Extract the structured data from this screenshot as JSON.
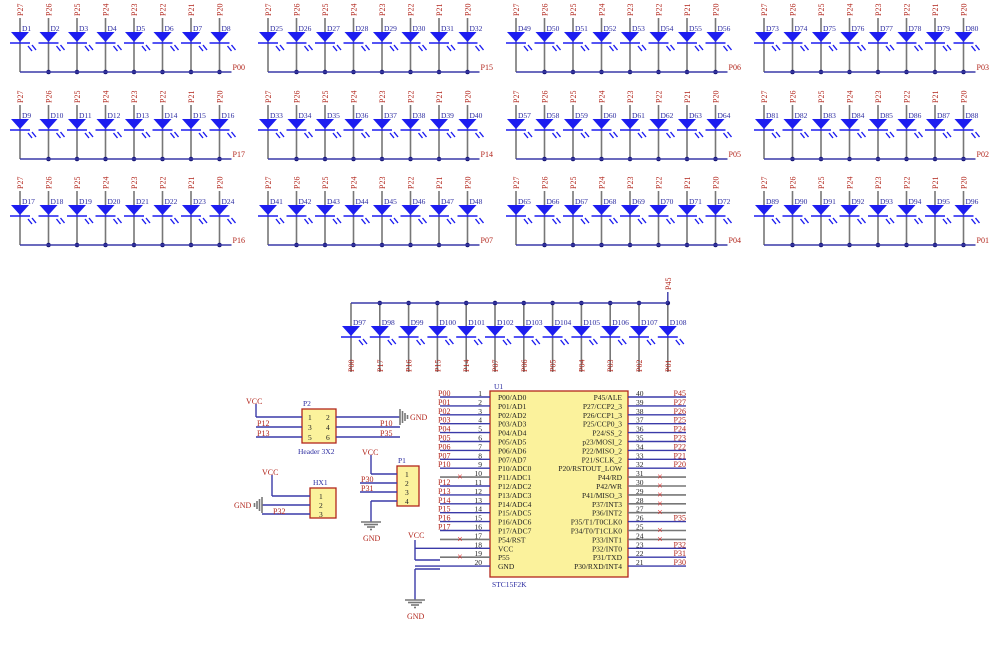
{
  "led_groups": [
    {
      "common": "P00",
      "diodes": [
        "D1",
        "D2",
        "D3",
        "D4",
        "D5",
        "D6",
        "D7",
        "D8"
      ]
    },
    {
      "common": "P15",
      "diodes": [
        "D25",
        "D26",
        "D27",
        "D28",
        "D29",
        "D30",
        "D31",
        "D32"
      ]
    },
    {
      "common": "P06",
      "diodes": [
        "D49",
        "D50",
        "D51",
        "D52",
        "D53",
        "D54",
        "D55",
        "D56"
      ]
    },
    {
      "common": "P03",
      "diodes": [
        "D73",
        "D74",
        "D75",
        "D76",
        "D77",
        "D78",
        "D79",
        "D80"
      ]
    },
    {
      "common": "P17",
      "diodes": [
        "D9",
        "D10",
        "D11",
        "D12",
        "D13",
        "D14",
        "D15",
        "D16"
      ]
    },
    {
      "common": "P14",
      "diodes": [
        "D33",
        "D34",
        "D35",
        "D36",
        "D37",
        "D38",
        "D39",
        "D40"
      ]
    },
    {
      "common": "P05",
      "diodes": [
        "D57",
        "D58",
        "D59",
        "D60",
        "D61",
        "D62",
        "D63",
        "D64"
      ]
    },
    {
      "common": "P02",
      "diodes": [
        "D81",
        "D82",
        "D83",
        "D84",
        "D85",
        "D86",
        "D87",
        "D88"
      ]
    },
    {
      "common": "P16",
      "diodes": [
        "D17",
        "D18",
        "D19",
        "D20",
        "D21",
        "D22",
        "D23",
        "D24"
      ]
    },
    {
      "common": "P07",
      "diodes": [
        "D41",
        "D42",
        "D43",
        "D44",
        "D45",
        "D46",
        "D47",
        "D48"
      ]
    },
    {
      "common": "P04",
      "diodes": [
        "D65",
        "D66",
        "D67",
        "D68",
        "D69",
        "D70",
        "D71",
        "D72"
      ]
    },
    {
      "common": "P01",
      "diodes": [
        "D89",
        "D90",
        "D91",
        "D92",
        "D93",
        "D94",
        "D95",
        "D96"
      ]
    }
  ],
  "anode_nets": [
    "P27",
    "P26",
    "P25",
    "P24",
    "P23",
    "P22",
    "P21",
    "P20"
  ],
  "bottom_row": {
    "common": "P45",
    "diodes": [
      "D97",
      "D98",
      "D99",
      "D100",
      "D101",
      "D102",
      "D103",
      "D104",
      "D105",
      "D106",
      "D107",
      "D108"
    ],
    "nets": [
      "P00",
      "P17",
      "P16",
      "P15",
      "P14",
      "P07",
      "P06",
      "P05",
      "P04",
      "P03",
      "P02",
      "P01"
    ]
  },
  "mcu": {
    "designator": "U1",
    "part": "STC15F2K",
    "left_pins": [
      {
        "num": "1",
        "name": "P00/AD0",
        "net": "P00"
      },
      {
        "num": "2",
        "name": "P01/AD1",
        "net": "P01"
      },
      {
        "num": "3",
        "name": "P02/AD2",
        "net": "P02"
      },
      {
        "num": "4",
        "name": "P03/AD3",
        "net": "P03"
      },
      {
        "num": "5",
        "name": "P04/AD4",
        "net": "P04"
      },
      {
        "num": "6",
        "name": "P05/AD5",
        "net": "P05"
      },
      {
        "num": "7",
        "name": "P06/AD6",
        "net": "P06"
      },
      {
        "num": "8",
        "name": "P07/AD7",
        "net": "P07"
      },
      {
        "num": "9",
        "name": "P10/ADC0",
        "net": "P10"
      },
      {
        "num": "10",
        "name": "P11/ADC1",
        "net": "NC"
      },
      {
        "num": "11",
        "name": "P12/ADC2",
        "net": "P12"
      },
      {
        "num": "12",
        "name": "P13/ADC3",
        "net": "P13"
      },
      {
        "num": "13",
        "name": "P14/ADC4",
        "net": "P14"
      },
      {
        "num": "14",
        "name": "P15/ADC5",
        "net": "P15"
      },
      {
        "num": "15",
        "name": "P16/ADC6",
        "net": "P16"
      },
      {
        "num": "16",
        "name": "P17/ADC7",
        "net": "P17"
      },
      {
        "num": "17",
        "name": "P54/RST",
        "net": "NC"
      },
      {
        "num": "18",
        "name": "VCC",
        "net": "VCC"
      },
      {
        "num": "19",
        "name": "P55",
        "net": "NC"
      },
      {
        "num": "20",
        "name": "GND",
        "net": "GND"
      }
    ],
    "right_pins": [
      {
        "num": "40",
        "name": "P45/ALE",
        "net": "P45"
      },
      {
        "num": "39",
        "name": "P27/CCP2_3",
        "net": "P27"
      },
      {
        "num": "38",
        "name": "P26/CCP1_3",
        "net": "P26"
      },
      {
        "num": "37",
        "name": "P25/CCP0_3",
        "net": "P25"
      },
      {
        "num": "36",
        "name": "P24/SS_2",
        "net": "P24"
      },
      {
        "num": "35",
        "name": "p23/MOSI_2",
        "net": "P23"
      },
      {
        "num": "34",
        "name": "P22/MISO_2",
        "net": "P22"
      },
      {
        "num": "33",
        "name": "P21/SCLK_2",
        "net": "P21"
      },
      {
        "num": "32",
        "name": "P20/RSTOUT_LOW",
        "net": "P20"
      },
      {
        "num": "31",
        "name": "P44/RD",
        "net": "NC"
      },
      {
        "num": "30",
        "name": "P42/WR",
        "net": "NC"
      },
      {
        "num": "29",
        "name": "P41/MISO_3",
        "net": "NC"
      },
      {
        "num": "28",
        "name": "P37/INT3",
        "net": "NC"
      },
      {
        "num": "27",
        "name": "P36/INT2",
        "net": "NC"
      },
      {
        "num": "26",
        "name": "P35/T1/T0CLK0",
        "net": "P35"
      },
      {
        "num": "25",
        "name": "P34/T0/T1CLK0",
        "net": "NC"
      },
      {
        "num": "24",
        "name": "P33/INT1",
        "net": "NC"
      },
      {
        "num": "23",
        "name": "P32/INT0",
        "net": "P32"
      },
      {
        "num": "22",
        "name": "P31/TXD",
        "net": "P31"
      },
      {
        "num": "21",
        "name": "P30/RXD/INT4",
        "net": "P30"
      }
    ]
  },
  "p2": {
    "designator": "P2",
    "footer": "Header 3X2",
    "pins": [
      "1",
      "2",
      "3",
      "4",
      "5",
      "6"
    ],
    "left_nets": [
      "VCC",
      "P12",
      "P13"
    ],
    "right_nets": [
      "GND",
      "P10",
      "P35"
    ]
  },
  "hx1": {
    "designator": "HX1",
    "pins": [
      "1",
      "2",
      "3"
    ],
    "nets": [
      "VCC",
      "GND",
      "P32"
    ]
  },
  "p1": {
    "designator": "P1",
    "pins": [
      "1",
      "2",
      "3",
      "4"
    ],
    "nets": [
      "VCC",
      "P30",
      "P31",
      "GND"
    ]
  },
  "power": {
    "vcc": "VCC",
    "gnd": "GND"
  }
}
